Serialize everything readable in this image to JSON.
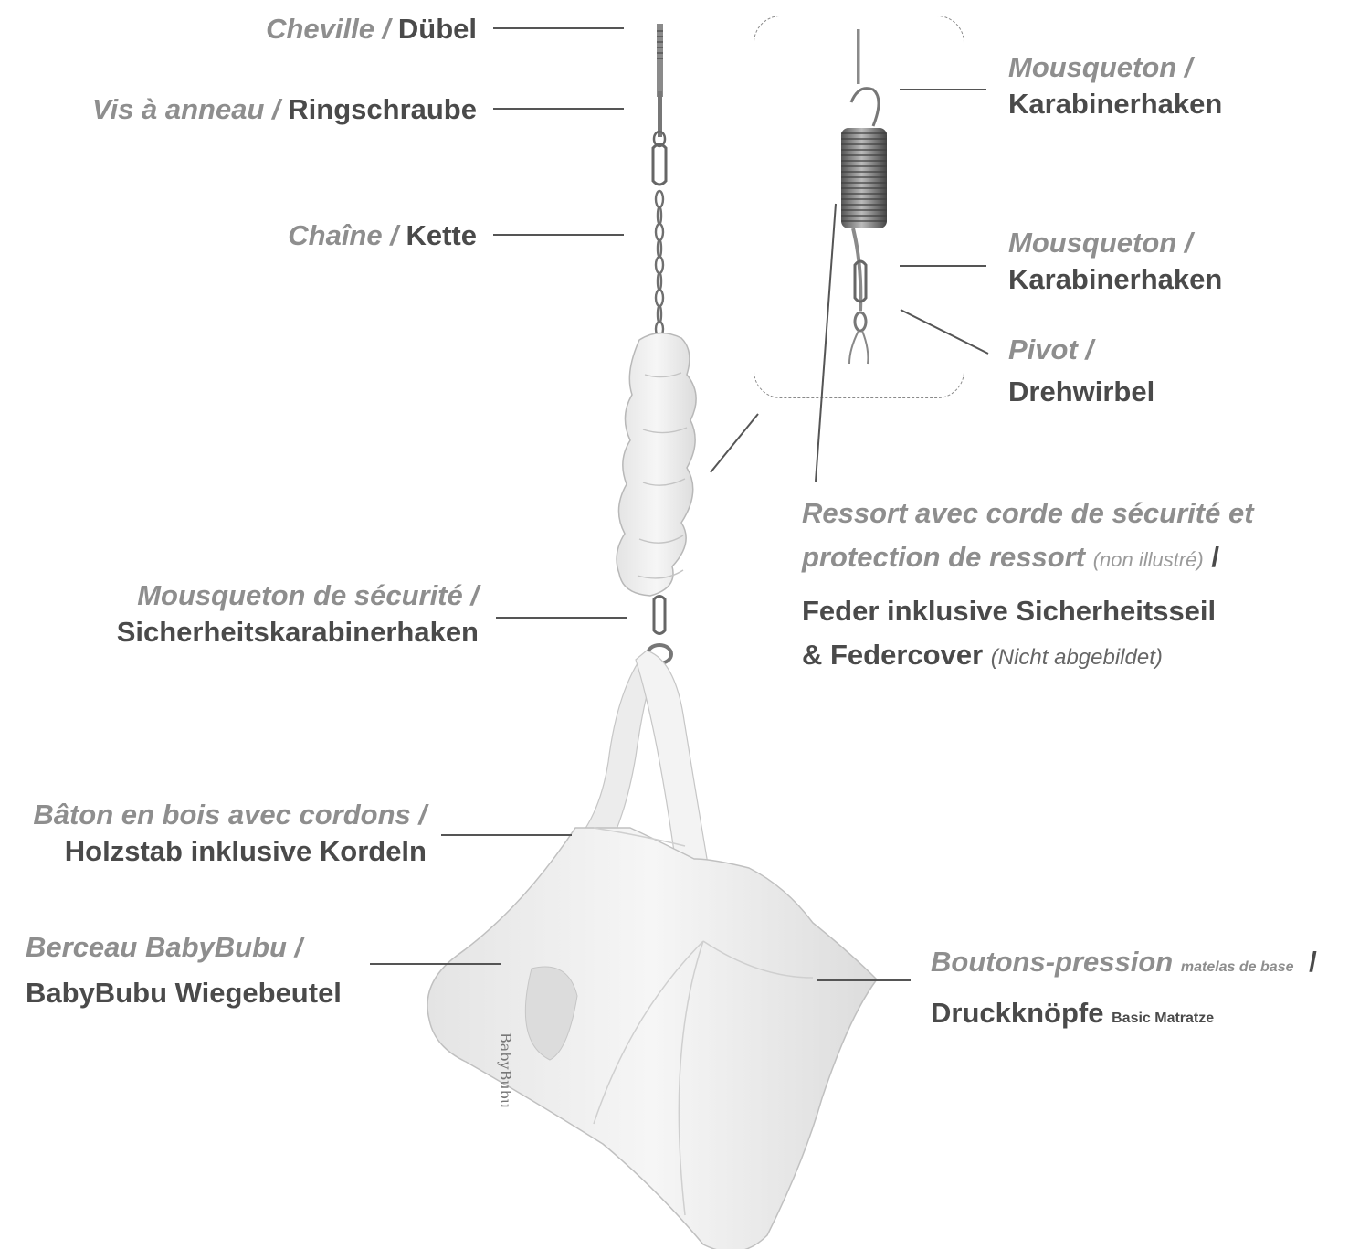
{
  "labels": {
    "dubel": {
      "fr": "Cheville",
      "sep": "/",
      "de": "Dübel"
    },
    "ringschraube": {
      "fr": "Vis à anneau",
      "sep": "/",
      "de": "Ringschraube"
    },
    "kette": {
      "fr": "Chaîne",
      "sep": "/",
      "de": "Kette"
    },
    "sicherheitskarabiner": {
      "fr": "Mousqueton de sécurité",
      "sep": "/",
      "de": "Sicherheitskarabinerhaken"
    },
    "holzstab": {
      "fr": "Bâton en bois avec cordons",
      "sep": "/",
      "de": "Holzstab inklusive Kordeln"
    },
    "wiegebeutel": {
      "fr": "Berceau BabyBubu",
      "sep": "/",
      "de": "BabyBubu Wiegebeutel"
    },
    "karabiner_top": {
      "fr": "Mousqueton",
      "sep": "/",
      "de": "Karabinerhaken"
    },
    "karabiner_mid": {
      "fr": "Mousqueton",
      "sep": "/",
      "de": "Karabinerhaken"
    },
    "drehwirbel": {
      "fr": "Pivot",
      "sep": "/",
      "de": "Drehwirbel"
    },
    "feder": {
      "fr_line1": "Ressort avec corde de sécurité et",
      "fr_line2": "protection de ressort",
      "fr_note": "(non illustré)",
      "sep": "/",
      "de_line1": "Feder inklusive Sicherheitsseil",
      "de_line2": "& Federcover",
      "de_note": "(Nicht abgebildet)"
    },
    "druckknopfe": {
      "fr": "Boutons-pression",
      "fr_small": "matelas de base",
      "sep": "/",
      "de": "Druckknöpfe",
      "de_small": "Basic Matratze"
    }
  },
  "product_logo": "BabyBubu"
}
